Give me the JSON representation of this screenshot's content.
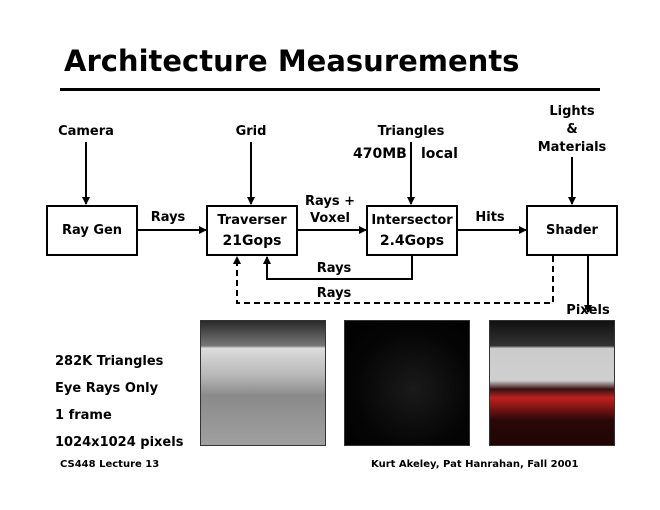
{
  "title": "Architecture Measurements",
  "inputs": {
    "camera": "Camera",
    "grid": "Grid",
    "triangles": "Triangles",
    "mem": "470MB",
    "local": "local",
    "lights": "Lights",
    "amp": "&",
    "materials": "Materials"
  },
  "boxes": {
    "raygen": {
      "name": "Ray Gen"
    },
    "traverser": {
      "name": "Traverser",
      "rate": "21Gops"
    },
    "intersector": {
      "name": "Intersector",
      "rate": "2.4Gops"
    },
    "shader": {
      "name": "Shader"
    }
  },
  "edges": {
    "rays1": "Rays",
    "rays_voxel_1": "Rays +",
    "rays_voxel_2": "Voxel",
    "hits": "Hits",
    "rays_back": "Rays",
    "rays_dashed": "Rays",
    "pixels": "Pixels"
  },
  "stats": [
    "282K Triangles",
    "Eye Rays Only",
    "1 frame",
    "1024x1024 pixels"
  ],
  "footer": {
    "left": "CS448 Lecture 13",
    "right": "Kurt Akeley, Pat Hanrahan, Fall 2001"
  }
}
